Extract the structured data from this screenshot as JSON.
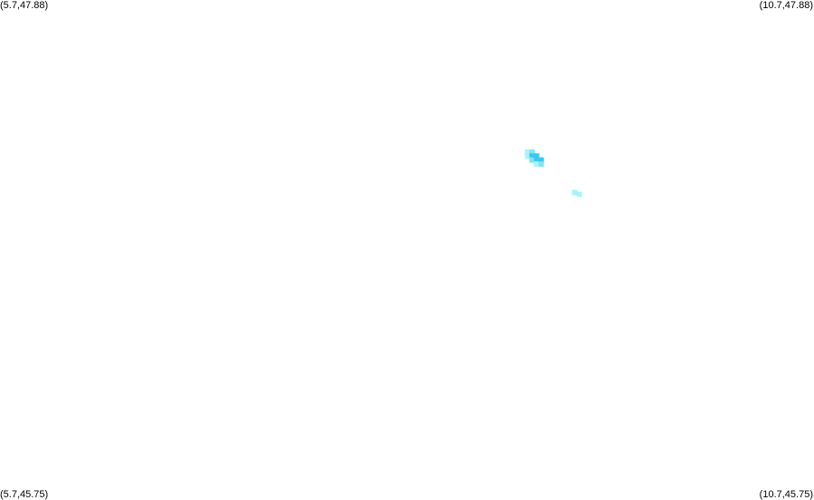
{
  "corners": {
    "top_left": "(5.7,47.88)",
    "top_right": "(10.7,47.88)",
    "bottom_left": "(5.7,45.75)",
    "bottom_right": "(10.7,45.75)"
  },
  "extent": {
    "lon_min": 5.7,
    "lon_max": 10.7,
    "lat_min": 45.75,
    "lat_max": 47.88
  },
  "colors": {
    "background": "#ffffff",
    "light": "#a8f4f8",
    "medium": "#7ee6f4",
    "dark": "#3cc6ee"
  },
  "cells": [
    {
      "lon": 8.94,
      "lat": 47.232,
      "level": "light"
    },
    {
      "lon": 8.94,
      "lat": 47.215,
      "level": "light"
    },
    {
      "lon": 8.968,
      "lat": 47.232,
      "level": "medium"
    },
    {
      "lon": 8.968,
      "lat": 47.215,
      "level": "dark"
    },
    {
      "lon": 8.968,
      "lat": 47.198,
      "level": "medium"
    },
    {
      "lon": 8.996,
      "lat": 47.215,
      "level": "dark"
    },
    {
      "lon": 8.996,
      "lat": 47.198,
      "level": "dark"
    },
    {
      "lon": 8.996,
      "lat": 47.181,
      "level": "light"
    },
    {
      "lon": 9.024,
      "lat": 47.198,
      "level": "dark"
    },
    {
      "lon": 9.024,
      "lat": 47.181,
      "level": "medium"
    },
    {
      "lon": 9.23,
      "lat": 47.06,
      "level": "light"
    },
    {
      "lon": 9.258,
      "lat": 47.052,
      "level": "light"
    }
  ]
}
